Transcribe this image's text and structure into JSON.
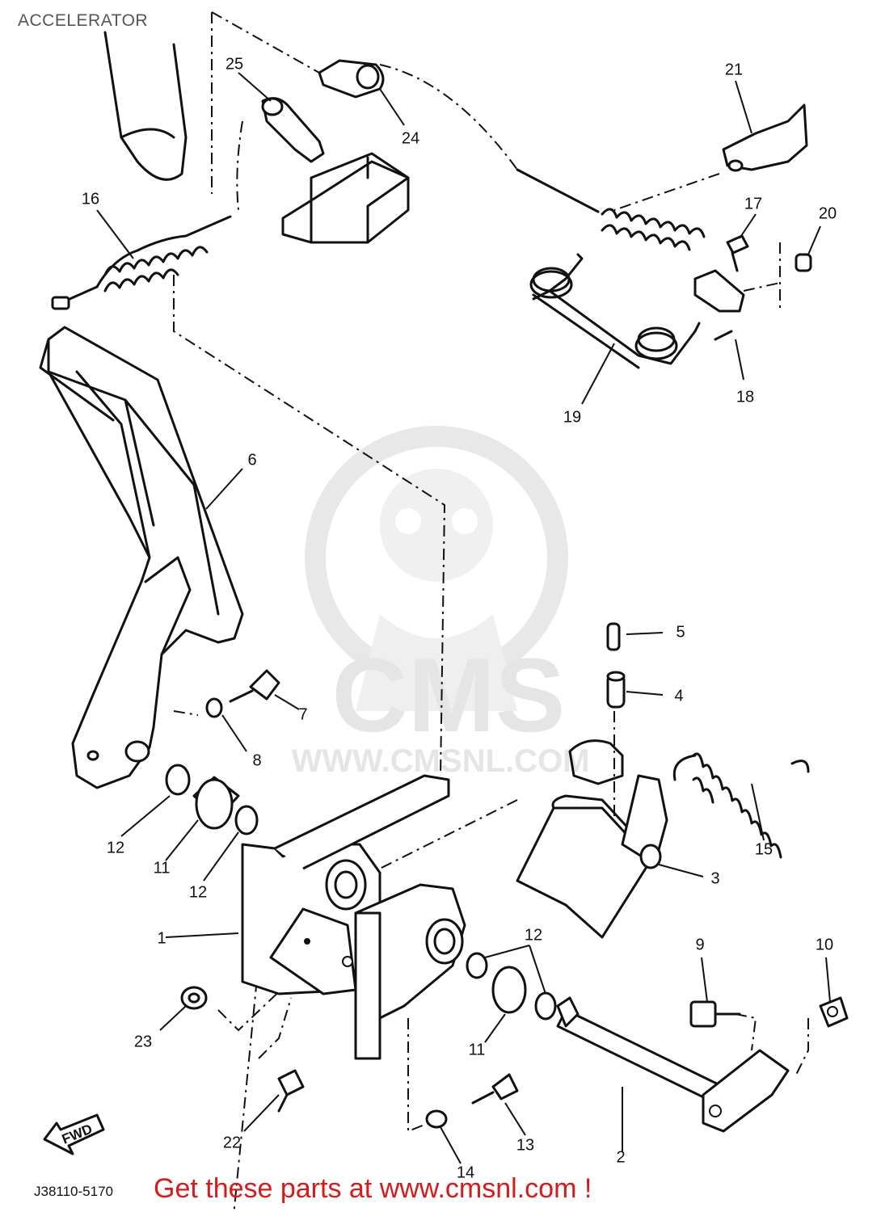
{
  "title": "ACCELERATOR",
  "footer_text": "Get these parts at www.cmsnl.com !",
  "drawing_code": "J38110-5170",
  "fwd_label": "FWD",
  "watermark": {
    "brand": "CMS",
    "url": "WWW.CMSNL.COM"
  },
  "callouts": [
    {
      "id": "c1",
      "label": "1"
    },
    {
      "id": "c2",
      "label": "2"
    },
    {
      "id": "c3",
      "label": "3"
    },
    {
      "id": "c4",
      "label": "4"
    },
    {
      "id": "c5",
      "label": "5"
    },
    {
      "id": "c6",
      "label": "6"
    },
    {
      "id": "c7",
      "label": "7"
    },
    {
      "id": "c8",
      "label": "8"
    },
    {
      "id": "c9",
      "label": "9"
    },
    {
      "id": "c10",
      "label": "10"
    },
    {
      "id": "c11a",
      "label": "11"
    },
    {
      "id": "c11b",
      "label": "11"
    },
    {
      "id": "c12a",
      "label": "12"
    },
    {
      "id": "c12b",
      "label": "12"
    },
    {
      "id": "c12c",
      "label": "12"
    },
    {
      "id": "c13",
      "label": "13"
    },
    {
      "id": "c14",
      "label": "14"
    },
    {
      "id": "c15",
      "label": "15"
    },
    {
      "id": "c16",
      "label": "16"
    },
    {
      "id": "c17",
      "label": "17"
    },
    {
      "id": "c18",
      "label": "18"
    },
    {
      "id": "c19",
      "label": "19"
    },
    {
      "id": "c20",
      "label": "20"
    },
    {
      "id": "c21",
      "label": "21"
    },
    {
      "id": "c22",
      "label": "22"
    },
    {
      "id": "c23",
      "label": "23"
    },
    {
      "id": "c24",
      "label": "24"
    },
    {
      "id": "c25",
      "label": "25"
    }
  ]
}
